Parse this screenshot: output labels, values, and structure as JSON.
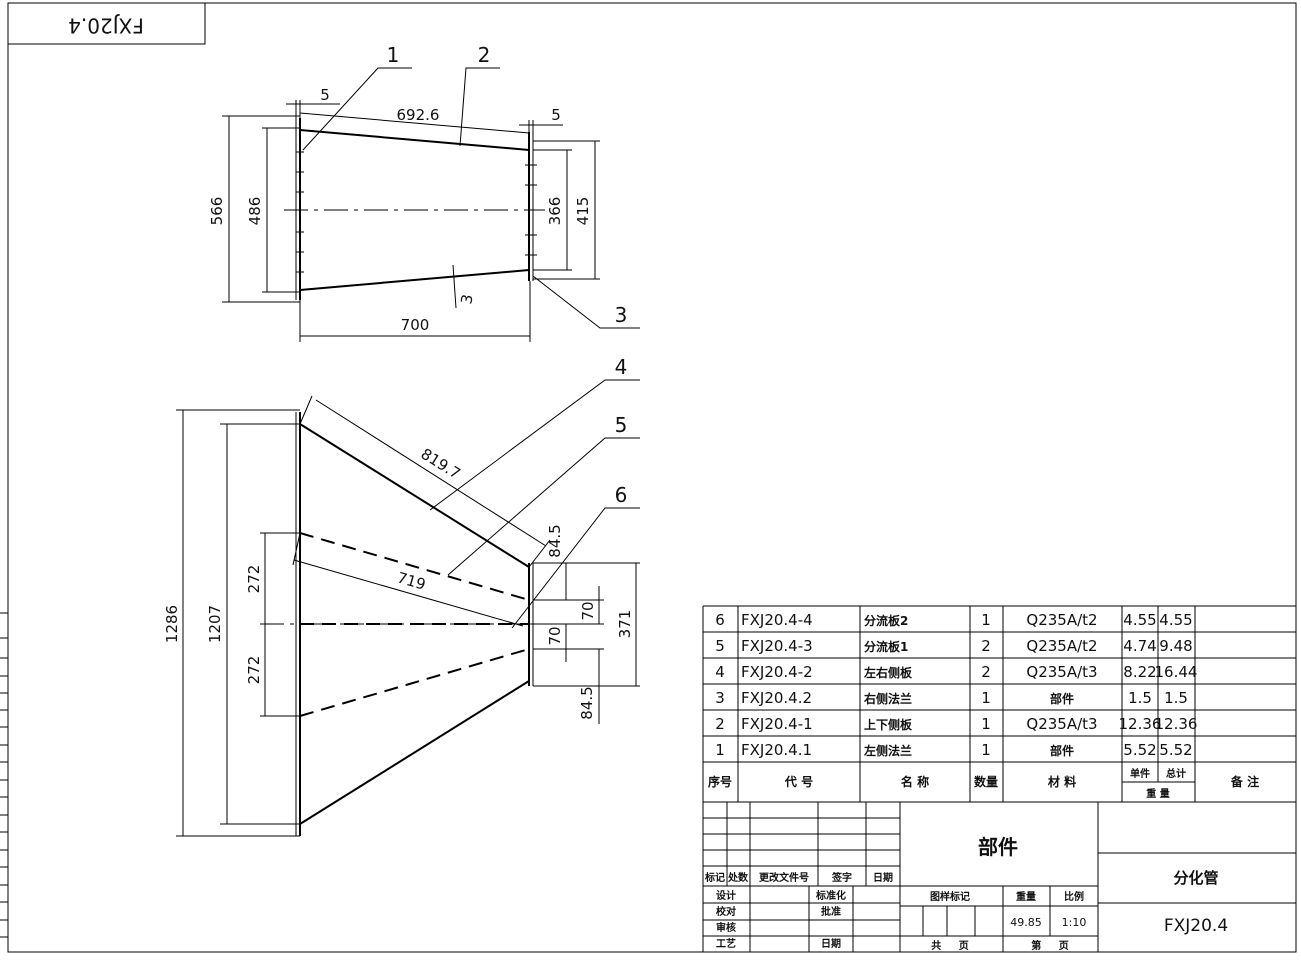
{
  "drawing": {
    "corner_code": "FXJ20.4",
    "leaders": [
      "1",
      "2",
      "3",
      "4",
      "5",
      "6"
    ],
    "top_view": {
      "dims": {
        "flange_thk_left": "5",
        "flange_thk_right": "5",
        "slant_length": "692.6",
        "height_outer_left": "566",
        "height_inner_left": "486",
        "height_inner_right": "366",
        "height_outer_right": "415",
        "plate_thk": "3",
        "length": "700"
      }
    },
    "bottom_view": {
      "dims": {
        "outer_height": "1286",
        "inner_height": "1207",
        "upper_half": "272",
        "lower_half": "272",
        "slant_length": "819.7",
        "splitter_length": "719",
        "right_top_offset": "84.5",
        "right_bottom_offset": "84.5",
        "gap_upper": "70",
        "gap_lower": "70",
        "right_total": "371"
      }
    }
  },
  "parts_list": {
    "headers": {
      "no": "序号",
      "code": "代    号",
      "name": "名    称",
      "qty": "数量",
      "material": "材    料",
      "unit_weight": "单件",
      "total_weight": "总计",
      "weight": "重    量",
      "remark": "备    注"
    },
    "rows": [
      {
        "no": "6",
        "code": "FXJ20.4-4",
        "name": "分流板2",
        "qty": "1",
        "material": "Q235A/t2",
        "unit": "4.55",
        "total": "4.55"
      },
      {
        "no": "5",
        "code": "FXJ20.4-3",
        "name": "分流板1",
        "qty": "2",
        "material": "Q235A/t2",
        "unit": "4.74",
        "total": "9.48"
      },
      {
        "no": "4",
        "code": "FXJ20.4-2",
        "name": "左右侧板",
        "qty": "2",
        "material": "Q235A/t3",
        "unit": "8.22",
        "total": "16.44"
      },
      {
        "no": "3",
        "code": "FXJ20.4.2",
        "name": "右侧法兰",
        "qty": "1",
        "material": "部件",
        "unit": "1.5",
        "total": "1.5"
      },
      {
        "no": "2",
        "code": "FXJ20.4-1",
        "name": "上下侧板",
        "qty": "1",
        "material": "Q235A/t3",
        "unit": "12.36",
        "total": "12.36"
      },
      {
        "no": "1",
        "code": "FXJ20.4.1",
        "name": "左侧法兰",
        "qty": "1",
        "material": "部件",
        "unit": "5.52",
        "total": "5.52"
      }
    ]
  },
  "title_block": {
    "part_type": "部件",
    "drawing_name": "分化管",
    "drawing_code": "FXJ20.4",
    "weight_label": "重量",
    "scale_label": "比例",
    "weight": "49.85",
    "scale": "1:10",
    "sample_mark": "图样标记",
    "total_sheets": "共     页",
    "sheet_no": "第     页",
    "rev_labels": [
      "标记",
      "处数",
      "更改文件号",
      "签字",
      "日期"
    ],
    "design": "设计",
    "check": "校对",
    "review": "审核",
    "process": "工艺",
    "standard": "标准化",
    "approve": "批准",
    "date": "日期"
  }
}
